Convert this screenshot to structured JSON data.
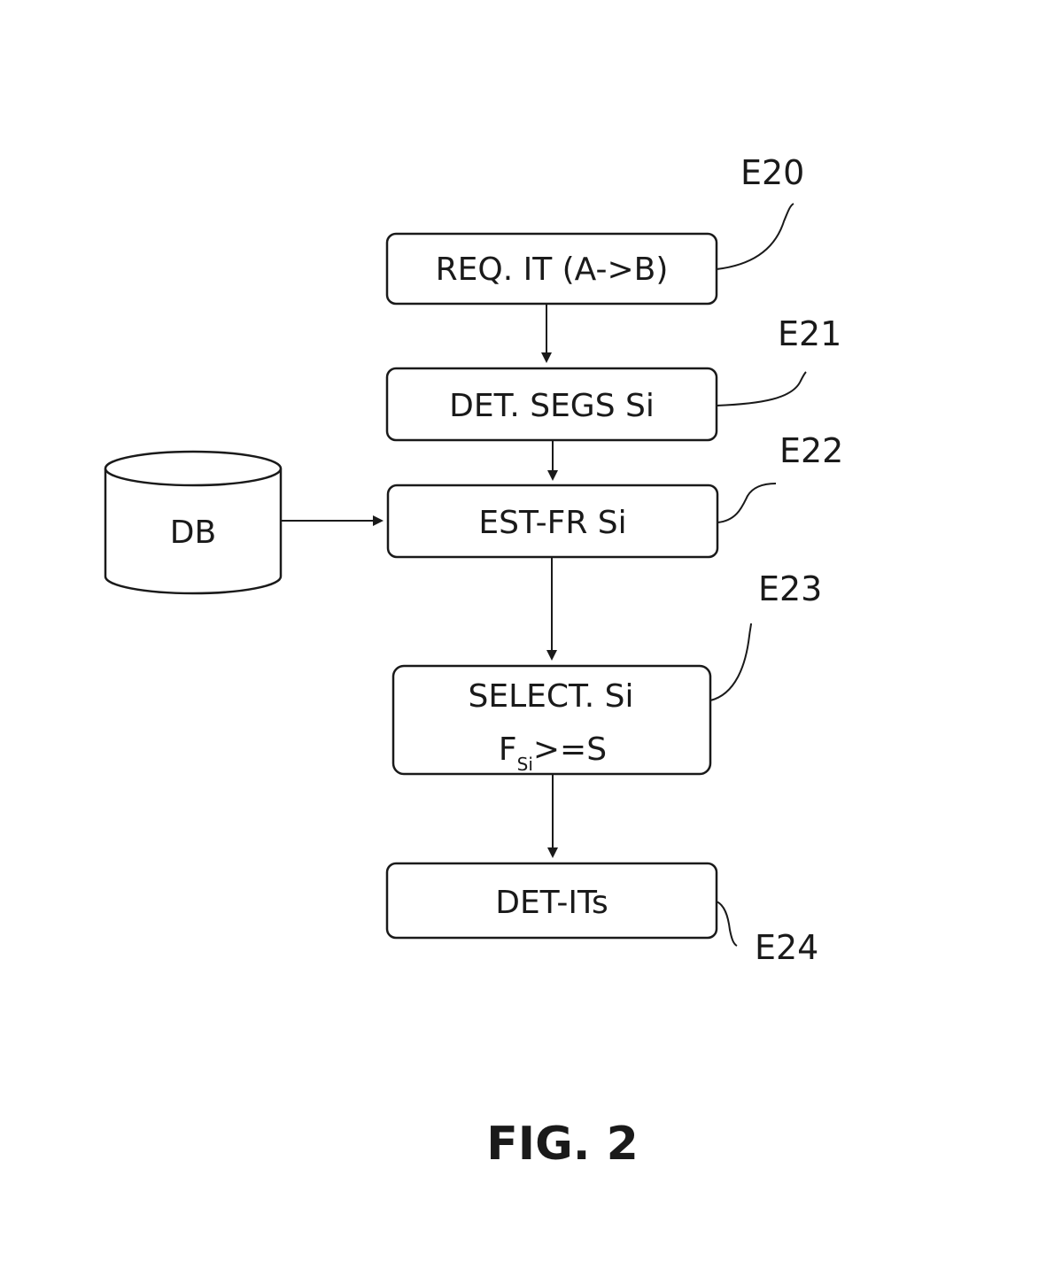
{
  "steps": {
    "e20": {
      "label": "REQ. IT (A->B)",
      "ref": "E20"
    },
    "e21": {
      "label": "DET. SEGS Si",
      "ref": "E21"
    },
    "e22": {
      "label": "EST-FR Si",
      "ref": "E22"
    },
    "e23": {
      "line1": "SELECT. Si",
      "line2_main": "F",
      "line2_sub": "Si",
      "line2_rest": ">=S",
      "ref": "E23"
    },
    "e24": {
      "label": "DET-ITs",
      "ref": "E24"
    }
  },
  "database": {
    "label": "DB"
  },
  "figure": {
    "caption": "FIG. 2"
  }
}
